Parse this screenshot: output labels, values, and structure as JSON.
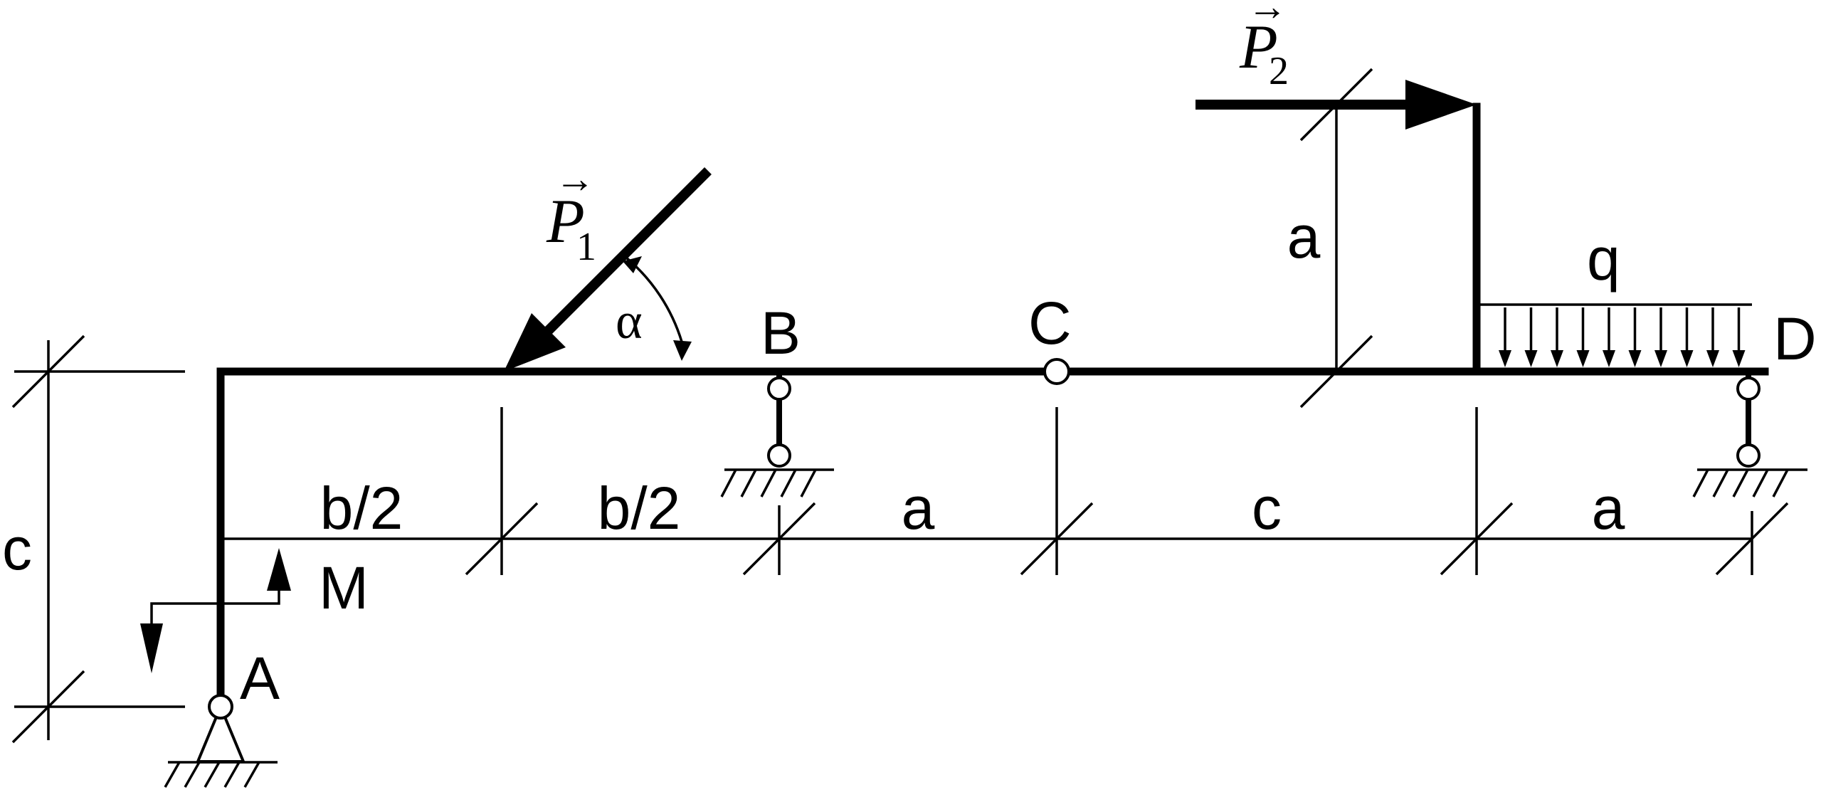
{
  "labels": {
    "A": "A",
    "B": "B",
    "C": "C",
    "D": "D",
    "M": "M",
    "q": "q",
    "alpha": "α",
    "P1_letter": "P",
    "P1_sub": "1",
    "P2_letter": "P",
    "P2_sub": "2",
    "vec_arrow": "→"
  },
  "dimensions": {
    "bottom": [
      "b/2",
      "b/2",
      "a",
      "c",
      "a"
    ],
    "left_vertical": "c",
    "p2_height": "a"
  }
}
